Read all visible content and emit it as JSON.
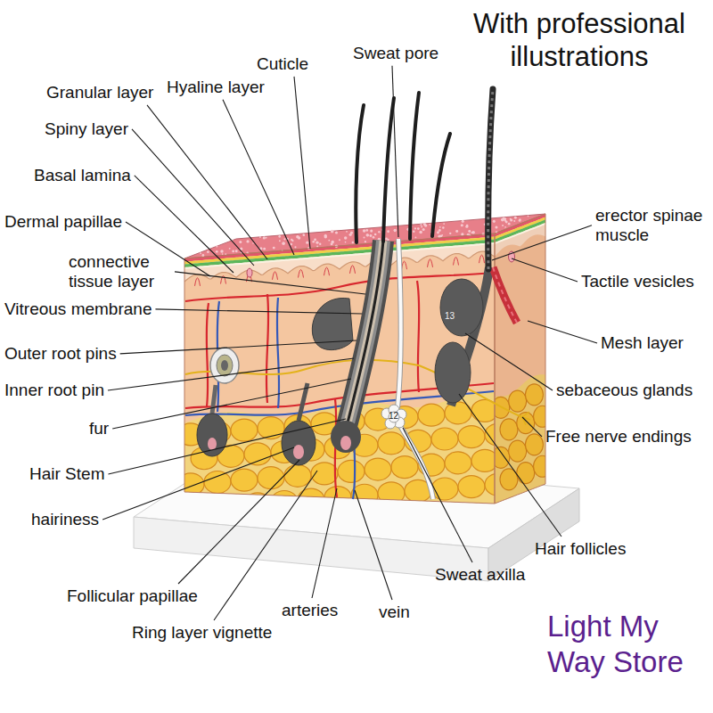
{
  "diagram": {
    "title": "With professional illustrations",
    "labels": [
      "Cuticle",
      "Sweat pore",
      "Granular layer",
      "Hyaline layer",
      "Spiny layer",
      "Basal lamina",
      "Dermal papillae",
      "connective tissue layer",
      "Vitreous membrane",
      "Outer root pins",
      "Inner root pin",
      "fur",
      "Hair Stem",
      "hairiness",
      "Follicular papillae",
      "Ring layer vignette",
      "arteries",
      "vein",
      "Sweat axilla",
      "Hair follicles",
      "Free nerve endings",
      "sebaceous glands",
      "Mesh layer",
      "Tactile vesicles",
      "erector spinae muscle",
      "13",
      "12",
      "Light My Way Store"
    ]
  }
}
